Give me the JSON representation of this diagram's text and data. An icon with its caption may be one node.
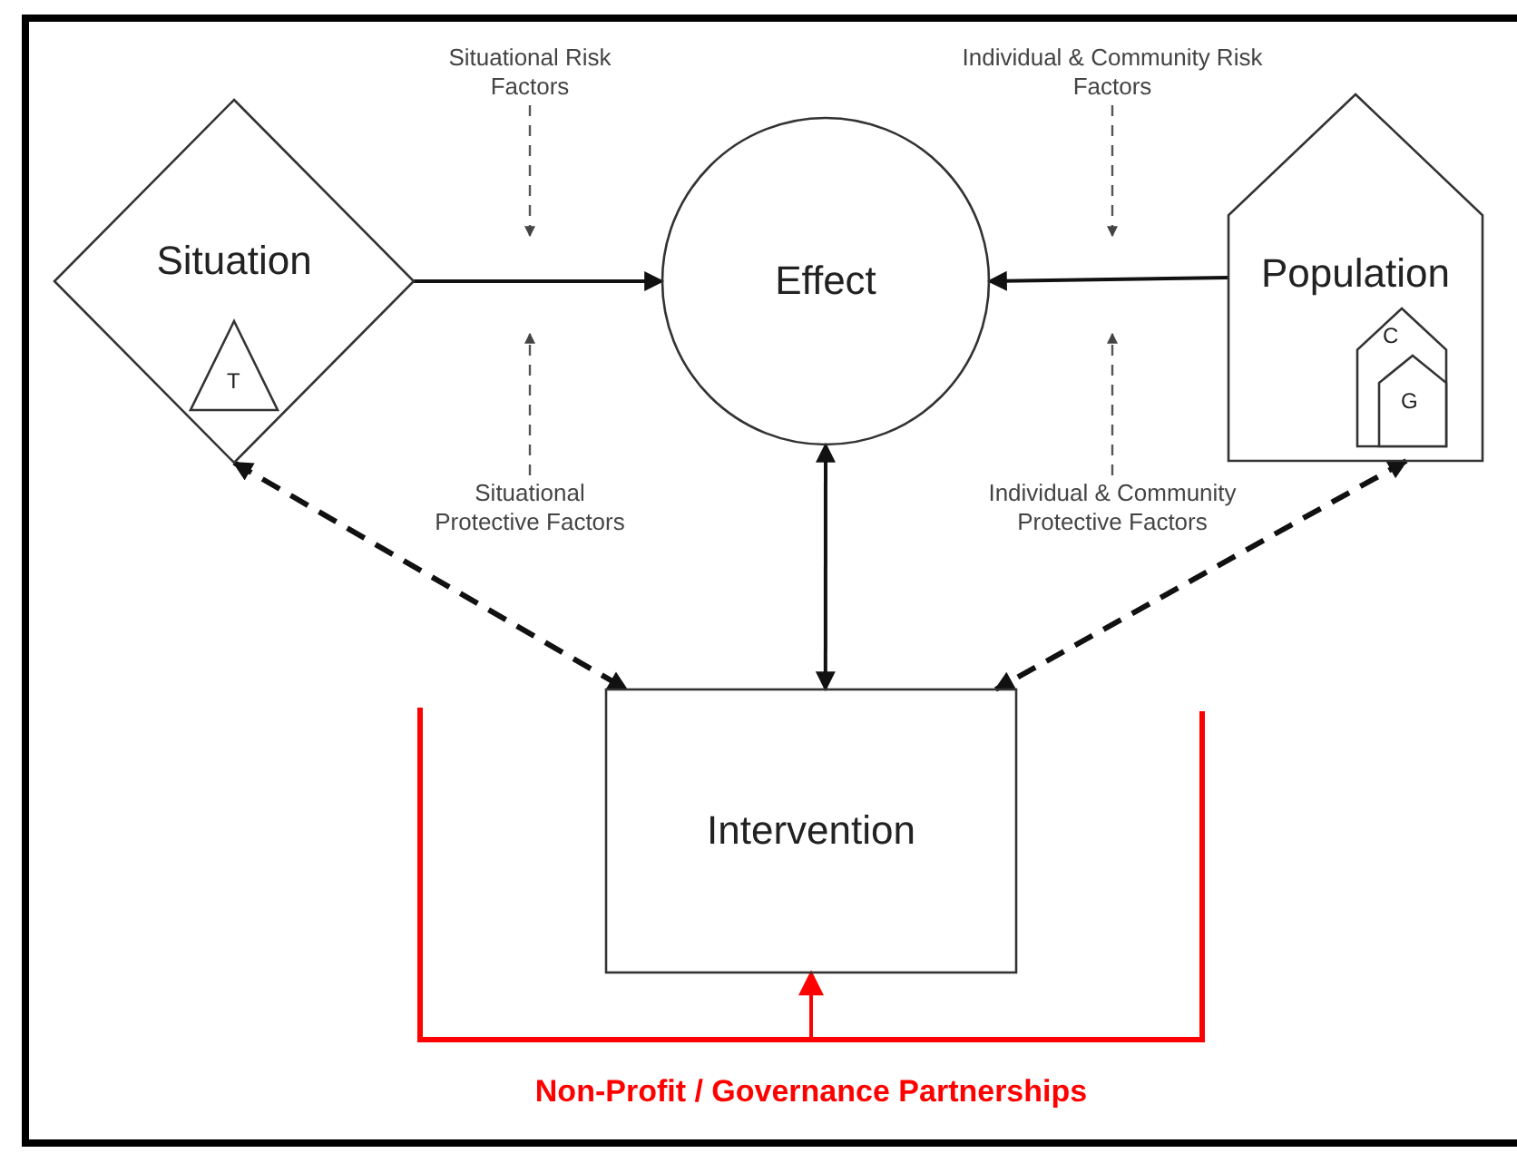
{
  "diagram": {
    "nodes": [
      {
        "text": [
          "Situation"
        ]
      },
      {
        "text": [
          "T"
        ],
        "in": 0
      },
      {
        "text": [
          "Effect"
        ]
      },
      {
        "text": [
          "Population"
        ]
      },
      {
        "text": [
          "C"
        ],
        "in": 3
      },
      {
        "text": [
          "G"
        ],
        "in": 4
      },
      {
        "text": [
          "Intervention"
        ]
      },
      {
        "text": [
          "Situational Risk Factors"
        ]
      },
      {
        "text": [
          "Situational Protective Factors"
        ]
      },
      {
        "text": [
          "Individual & Community Risk Factors"
        ]
      },
      {
        "text": [
          "Individual & Community Protective Factors"
        ]
      },
      {
        "text": [],
        "shape": "bracket",
        "beside": [
          "Non-Profit / Governance Partnerships"
        ]
      }
    ],
    "edges": [
      {
        "from": 0,
        "to": 2,
        "arrow": "to"
      },
      {
        "from": 3,
        "to": 2,
        "arrow": "to"
      },
      {
        "from": 2,
        "to": 6,
        "arrow": "both"
      },
      {
        "from": 7,
        "to": null,
        "arrow": "to",
        "style": "dashed"
      },
      {
        "from": 8,
        "to": null,
        "arrow": "to",
        "style": "dashed"
      },
      {
        "from": 9,
        "to": null,
        "arrow": "to",
        "style": "dashed"
      },
      {
        "from": 10,
        "to": null,
        "arrow": "to",
        "style": "dashed"
      },
      {
        "from": 0,
        "to": 6,
        "arrow": "both",
        "style": "dashed"
      },
      {
        "from": 3,
        "to": 6,
        "arrow": "both",
        "style": "dashed"
      },
      {
        "from": 11,
        "to": 6,
        "arrow": "to",
        "color": "#ff0000"
      }
    ]
  }
}
